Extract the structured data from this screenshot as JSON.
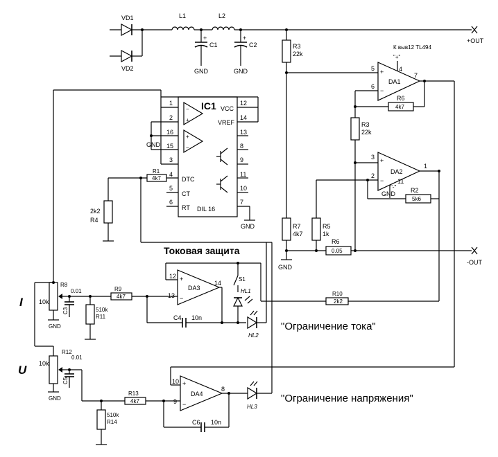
{
  "title": "Токовая защита",
  "captions": {
    "current_limit": "\"Ограничение тока\"",
    "voltage_limit": "\"Ограничение напряжения\""
  },
  "knobs": {
    "current": "I",
    "voltage": "U"
  },
  "terminals": {
    "plus_out": "+OUT",
    "minus_out": "-OUT",
    "tl494_note": "К выв12 TL494",
    "plus_sign": "\"+\""
  },
  "power": {
    "vd1": "VD1",
    "vd2": "VD2",
    "l1": "L1",
    "l2": "L2",
    "c1": "C1",
    "c2": "C2",
    "gnd": "GND"
  },
  "ic1": {
    "name": "IC1",
    "package": "DIL 16",
    "left_pins": [
      "1",
      "2",
      "16",
      "15",
      "3",
      "4",
      "5",
      "6"
    ],
    "right_pins": [
      "12",
      "14",
      "13",
      "8",
      "9",
      "11",
      "10",
      "7"
    ],
    "labels": {
      "vcc": "VCC",
      "vref": "VREF",
      "dtc": "DTC",
      "ct": "CT",
      "rt": "RT"
    }
  },
  "resistors": {
    "r1": {
      "name": "R1",
      "value": "4k7"
    },
    "r4": {
      "name": "R4",
      "value": "2k2"
    },
    "r3a": {
      "name": "R3",
      "value": "22k"
    },
    "r3b": {
      "name": "R3",
      "value": "22k"
    },
    "r6a": {
      "name": "R6",
      "value": "4k7"
    },
    "r2": {
      "name": "R2",
      "value": "5k6"
    },
    "r7": {
      "name": "R7",
      "value": "4k7"
    },
    "r5": {
      "name": "R5",
      "value": "1k"
    },
    "r6b": {
      "name": "R6",
      "value": "0.05"
    },
    "r8": {
      "name": "R8",
      "value": "10k"
    },
    "r9": {
      "name": "R9",
      "value": "4k7"
    },
    "r11": {
      "name": "R11",
      "value": "510k"
    },
    "r10": {
      "name": "R10",
      "value": "2k2"
    },
    "r12": {
      "name": "R12",
      "value": "10k"
    },
    "r13": {
      "name": "R13",
      "value": "4k7"
    },
    "r14": {
      "name": "R14",
      "value": "510k"
    }
  },
  "caps": {
    "c3": {
      "name": "C3",
      "value": "0.01"
    },
    "c4": {
      "name": "C4",
      "value": "10n"
    },
    "c5": {
      "name": "C5",
      "value": "0.01"
    },
    "c6": {
      "name": "C6",
      "value": "10n"
    }
  },
  "opamps": {
    "da1": {
      "name": "DA1",
      "pins": [
        "5",
        "6",
        "7",
        "4"
      ]
    },
    "da2": {
      "name": "DA2",
      "pins": [
        "3",
        "2",
        "1",
        "11"
      ]
    },
    "da3": {
      "name": "DA3",
      "pins": [
        "12",
        "13",
        "14"
      ]
    },
    "da4": {
      "name": "DA4",
      "pins": [
        "10",
        "9",
        "8"
      ]
    }
  },
  "misc": {
    "s1": "S1",
    "hl1": "HL1",
    "hl2": "HL2",
    "hl3": "HL3",
    "gnd": "GND"
  }
}
